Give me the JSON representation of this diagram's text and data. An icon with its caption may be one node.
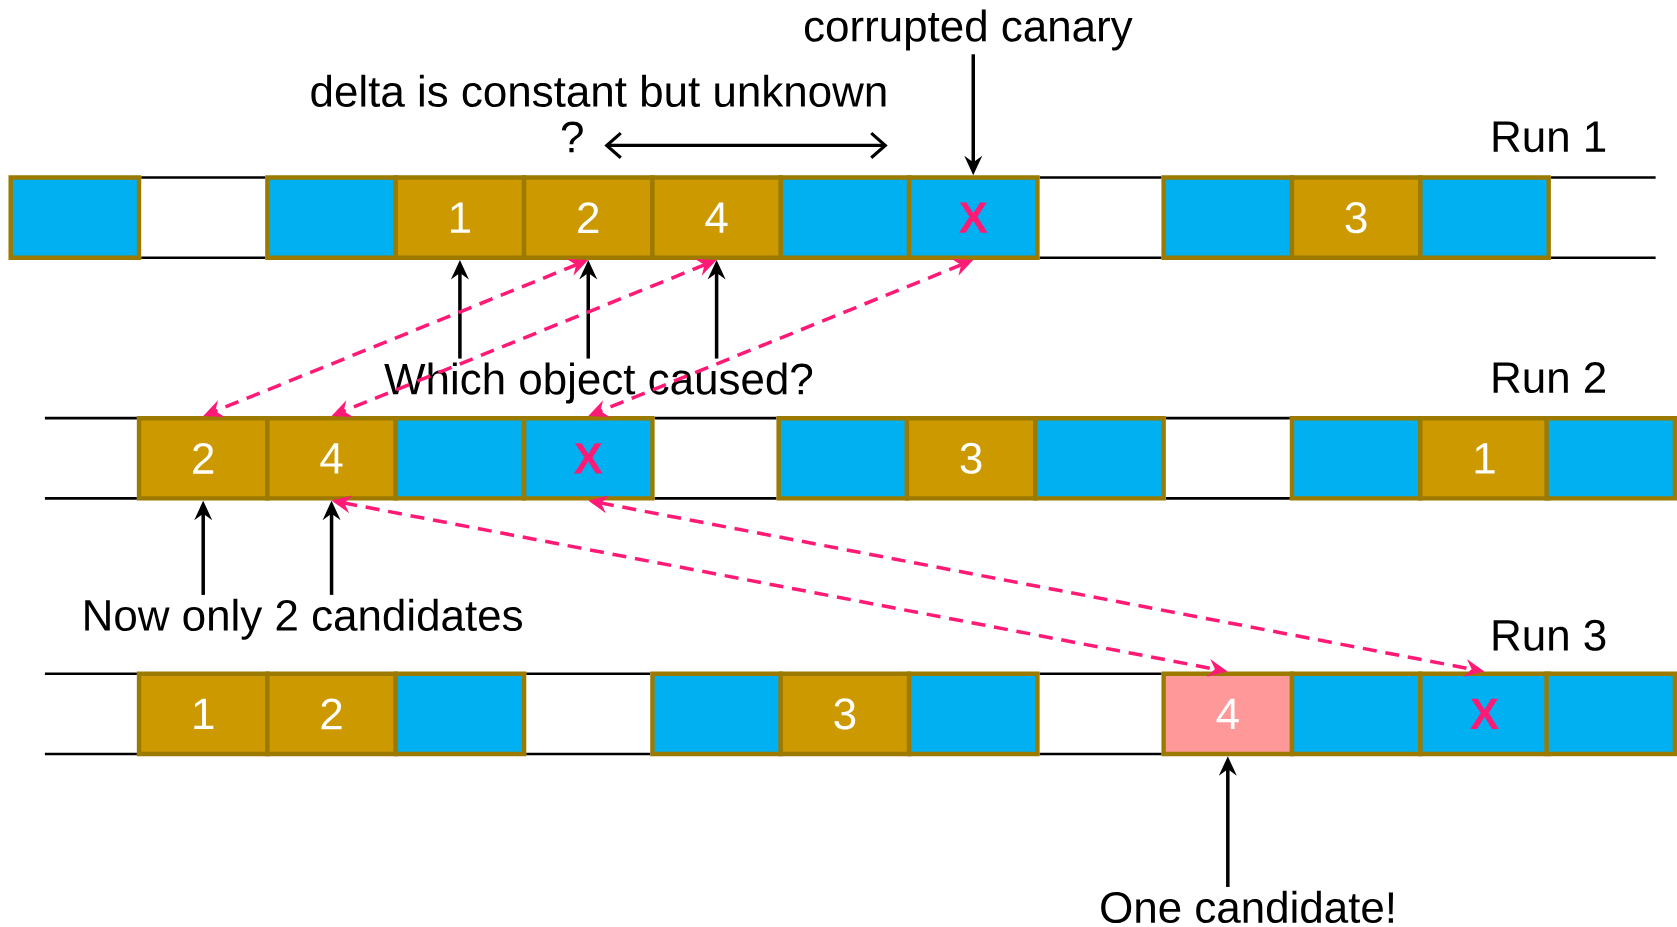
{
  "diagram": {
    "nodes": [
      {
        "text": [
          "corrupted canary"
        ]
      },
      {
        "text": [],
        "shape": "box"
      },
      {
        "text": [],
        "shape": "box"
      },
      {
        "text": [
          "1"
        ]
      },
      {
        "text": [
          "2"
        ]
      },
      {
        "text": [
          "4"
        ]
      },
      {
        "text": [],
        "shape": "box"
      },
      {
        "text": [
          "X"
        ]
      },
      {
        "text": [],
        "shape": "box"
      },
      {
        "text": [
          "3"
        ]
      },
      {
        "text": [],
        "shape": "box"
      },
      {
        "text": [
          "Which object caused?"
        ]
      },
      {
        "text": [
          "2"
        ]
      },
      {
        "text": [
          "4"
        ]
      },
      {
        "text": [],
        "shape": "box"
      },
      {
        "text": [
          "X"
        ]
      },
      {
        "text": [],
        "shape": "box"
      },
      {
        "text": [
          "3"
        ]
      },
      {
        "text": [],
        "shape": "box"
      },
      {
        "text": [],
        "shape": "box"
      },
      {
        "text": [
          "1"
        ]
      },
      {
        "text": [],
        "shape": "box"
      },
      {
        "text": [
          "Now only 2 candidates"
        ]
      },
      {
        "text": [
          "1"
        ]
      },
      {
        "text": [
          "2"
        ]
      },
      {
        "text": [],
        "shape": "box"
      },
      {
        "text": [],
        "shape": "box"
      },
      {
        "text": [
          "3"
        ]
      },
      {
        "text": [],
        "shape": "box"
      },
      {
        "text": [
          "4"
        ]
      },
      {
        "text": [],
        "shape": "box"
      },
      {
        "text": [
          "X"
        ]
      },
      {
        "text": [],
        "shape": "box"
      },
      {
        "text": [
          "One candidate!"
        ]
      }
    ],
    "edges": [
      {
        "from": 0,
        "to": 7,
        "arrow": "to"
      },
      {
        "from": 11,
        "to": 3,
        "arrow": "to"
      },
      {
        "from": 11,
        "to": 4,
        "arrow": "to"
      },
      {
        "from": 11,
        "to": 5,
        "arrow": "to"
      },
      {
        "from": 4,
        "to": 12,
        "arrow": "both",
        "style": "dashed",
        "color": "#ff1a75"
      },
      {
        "from": 5,
        "to": 13,
        "arrow": "both",
        "style": "dashed",
        "color": "#ff1a75"
      },
      {
        "from": 7,
        "to": 15,
        "arrow": "both",
        "style": "dashed",
        "color": "#ff1a75"
      },
      {
        "from": 22,
        "to": 12,
        "arrow": "to"
      },
      {
        "from": 22,
        "to": 13,
        "arrow": "to"
      },
      {
        "from": 13,
        "to": 29,
        "arrow": "both",
        "style": "dashed",
        "color": "#ff1a75"
      },
      {
        "from": 15,
        "to": 31,
        "arrow": "both",
        "style": "dashed",
        "color": "#ff1a75"
      },
      {
        "from": 33,
        "to": 29,
        "arrow": "to"
      }
    ],
    "labels": [
      "delta is constant but unknown",
      "?",
      "Run 1",
      "Run 2",
      "Run 3"
    ]
  }
}
